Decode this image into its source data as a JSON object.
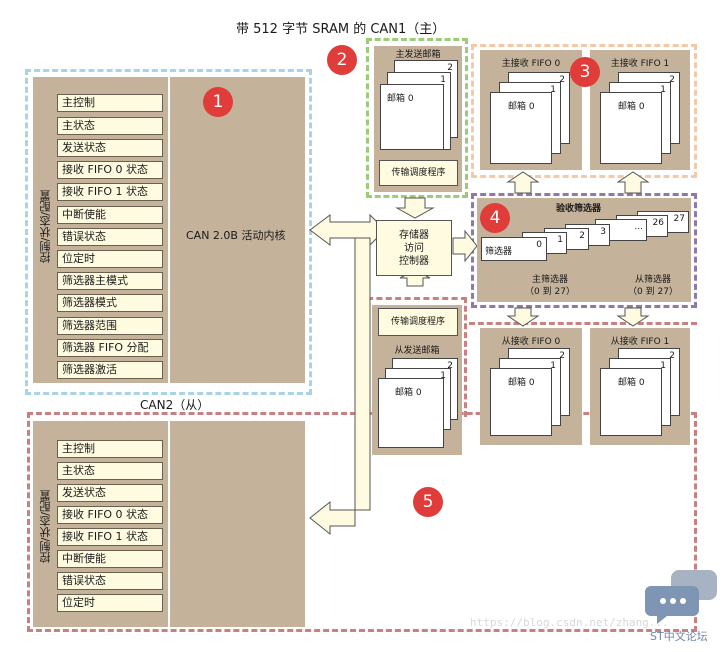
{
  "title": "带 512 字节 SRAM 的 CAN1（主）",
  "can1": {
    "vertical_label": "控制/状态/配置",
    "registers": [
      "主控制",
      "主状态",
      "发送状态",
      "接收 FIFO 0 状态",
      "接收 FIFO 1 状态",
      "中断使能",
      "错误状态",
      "位定时",
      "筛选器主模式",
      "筛选器模式",
      "筛选器范围",
      "筛选器 FIFO 分配",
      "筛选器激活"
    ],
    "core": "CAN 2.0B 活动内核"
  },
  "tx_mailbox": {
    "title": "主发送邮箱",
    "mailbox": "邮箱 0",
    "n1": "1",
    "n2": "2",
    "scheduler": "传输调度程序"
  },
  "rx_fifo0": {
    "title": "主接收 FIFO 0",
    "mailbox": "邮箱 0",
    "n1": "1",
    "n2": "2"
  },
  "rx_fifo1": {
    "title": "主接收 FIFO 1",
    "mailbox": "邮箱 0",
    "n1": "1",
    "n2": "2"
  },
  "memory": {
    "line1": "存储器",
    "line2": "访问",
    "line3": "控制器"
  },
  "filters": {
    "title": "验收筛选器",
    "filter_label": "筛选器",
    "nums": [
      "0",
      "1",
      "2",
      "3",
      "...",
      "26",
      "27"
    ],
    "master": "主筛选器",
    "master_range": "（0 到 27）",
    "slave": "从筛选器",
    "slave_range": "（0 到 27）"
  },
  "slave_tx": {
    "scheduler": "传输调度程序",
    "title": "从发送邮箱",
    "mailbox": "邮箱 0",
    "n1": "1",
    "n2": "2"
  },
  "slave_rx0": {
    "title": "从接收 FIFO 0",
    "mailbox": "邮箱 0",
    "n1": "1",
    "n2": "2"
  },
  "slave_rx1": {
    "title": "从接收 FIFO 1",
    "mailbox": "邮箱 0",
    "n1": "1",
    "n2": "2"
  },
  "can2": {
    "label": "CAN2（从）",
    "vertical_label": "控制/状态/配置",
    "registers": [
      "主控制",
      "主状态",
      "发送状态",
      "接收 FIFO 0 状态",
      "接收 FIFO 1 状态",
      "中断使能",
      "错误状态",
      "位定时"
    ]
  },
  "badges": [
    "1",
    "2",
    "3",
    "4",
    "5"
  ],
  "watermark": "https://blog.csdn.net/zhang...",
  "forum": "ST中文论坛",
  "colors": {
    "panel": "#c4b29a",
    "reg": "#fffbe0",
    "blue": "#a9d3e6",
    "green": "#9ccc78",
    "orange": "#f3c9a8",
    "purple": "#8d7aa8",
    "red": "#c88080",
    "badge": "#e03d3a"
  }
}
